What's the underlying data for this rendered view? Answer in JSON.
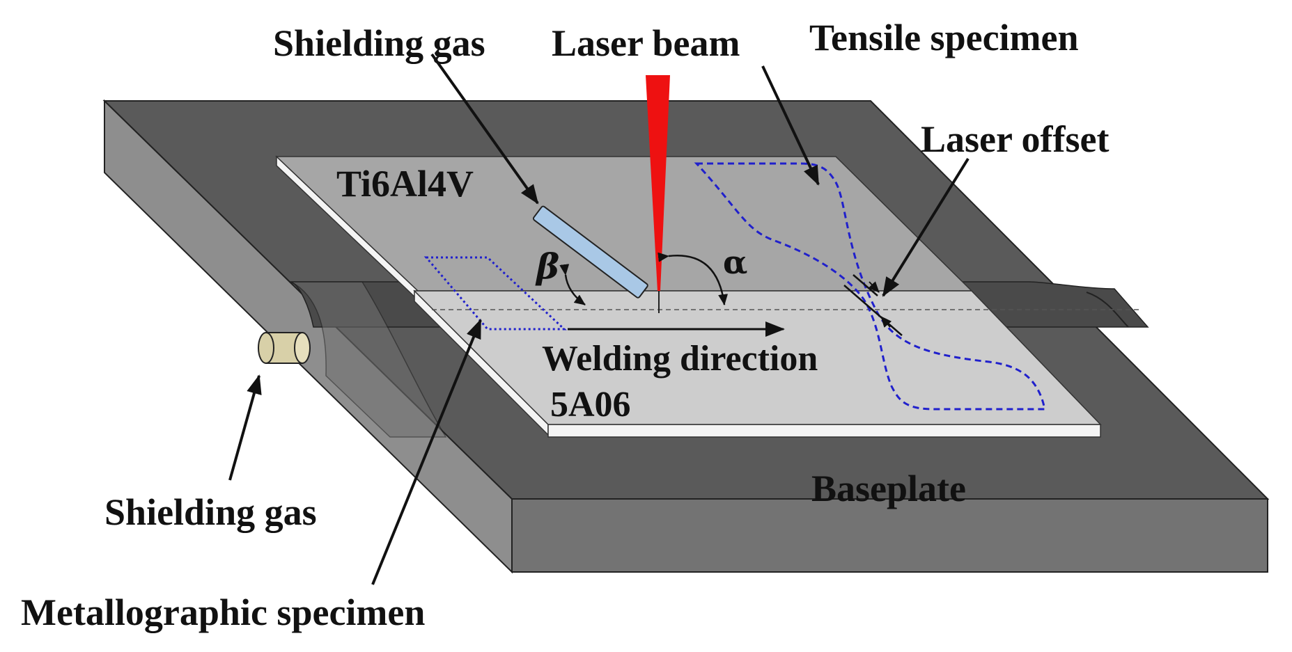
{
  "labels": {
    "shielding_gas_top": "Shielding gas",
    "laser_beam": "Laser beam",
    "tensile_specimen": "Tensile specimen",
    "laser_offset": "Laser offset",
    "ti_plate": "Ti6Al4V",
    "angle_beta": "β",
    "angle_alpha": "α",
    "welding_direction": "Welding direction",
    "al_plate": "5A06",
    "baseplate": "Baseplate",
    "shielding_gas_bottom": "Shielding gas",
    "metallographic_specimen": "Metallographic specimen"
  },
  "colors": {
    "baseplate_top": "#5a5a5a",
    "baseplate_front": "#737373",
    "baseplate_left": "#8e8e8e",
    "ti_plate": "#a6a6a6",
    "al_plate": "#cdcdcd",
    "plate_edge": "#f4f4f4",
    "laser": "#ee1111",
    "nozzle": "#a9c8e6",
    "specimen_outline": "#2020cc",
    "gas_inlet": "#d8d0a8"
  }
}
